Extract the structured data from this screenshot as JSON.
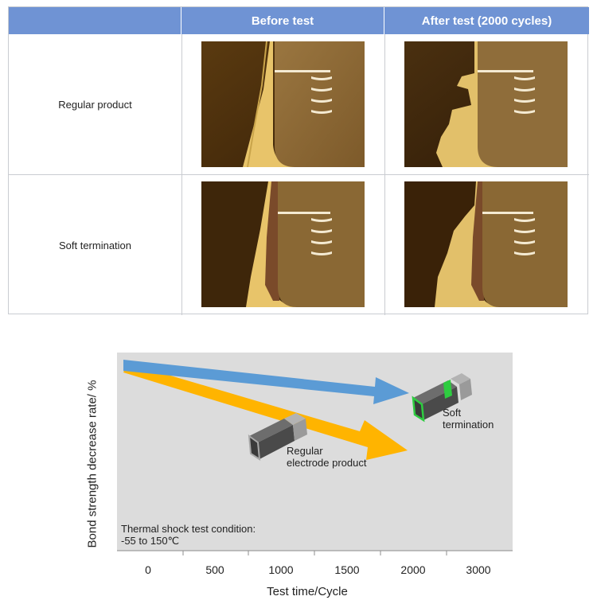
{
  "table": {
    "headers": [
      "",
      "Before test",
      "After test (2000 cycles)"
    ],
    "rows": [
      {
        "label": "Regular product"
      },
      {
        "label": "Soft termination"
      }
    ]
  },
  "diagram": {
    "y_axis_label": "Bond strength decrease rate/ %",
    "x_axis_label": "Test time/Cycle",
    "x_ticks": [
      "0",
      "500",
      "1000",
      "1500",
      "2000",
      "3000"
    ],
    "condition_line1": "Thermal shock test condition:",
    "condition_line2": "-55 to 150℃",
    "regular_line1": "Regular",
    "regular_line2": "electrode product",
    "soft_line1": "Soft",
    "soft_line2": "termination",
    "colors": {
      "soft_arrow": "#5b9bd5",
      "regular_arrow": "#ffb400",
      "plot_background": "#dcdcdc",
      "header": "#6f93d4"
    }
  }
}
